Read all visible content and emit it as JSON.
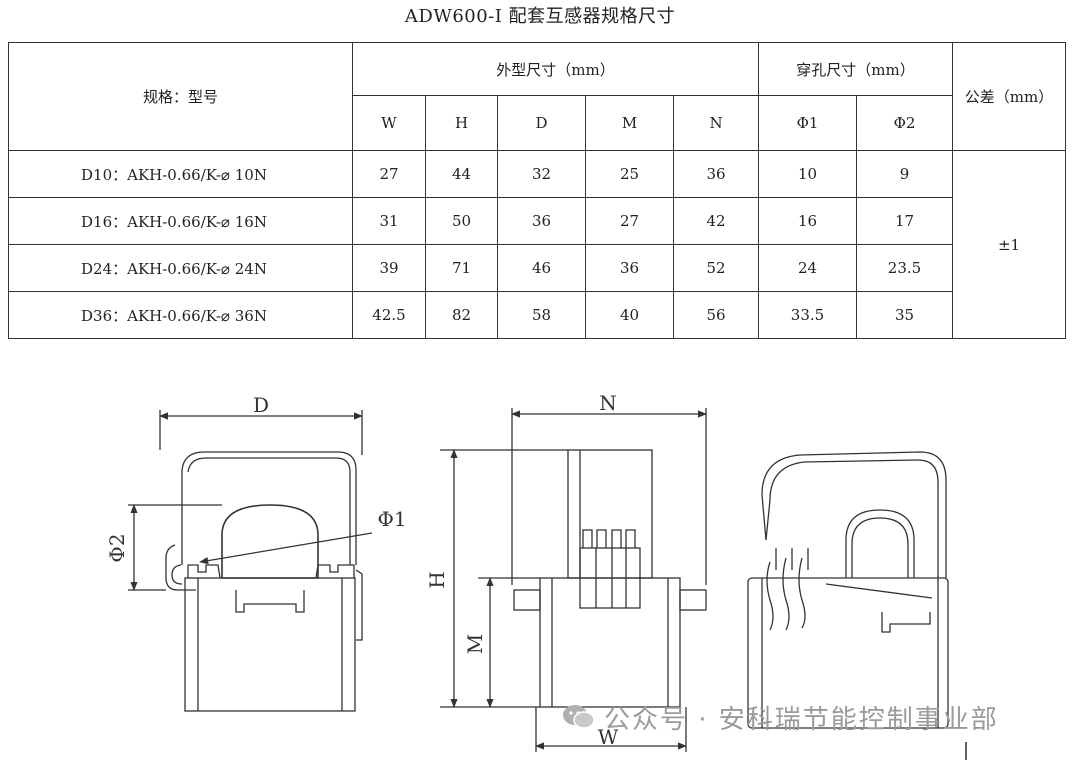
{
  "title": "ADW600-I 配套互感器规格尺寸",
  "table": {
    "spec_header": "规格：型号",
    "outer_header": "外型尺寸（mm）",
    "hole_header": "穿孔尺寸（mm）",
    "tolerance_header": "公差（mm）",
    "sub_headers": [
      "W",
      "H",
      "D",
      "M",
      "N",
      "Φ1",
      "Φ2"
    ],
    "tolerance_value": "±1",
    "rows": [
      {
        "model": "D10：AKH-0.66/K-⌀ 10N",
        "W": "27",
        "H": "44",
        "D": "32",
        "M": "25",
        "N": "36",
        "phi1": "10",
        "phi2": "9"
      },
      {
        "model": "D16：AKH-0.66/K-⌀ 16N",
        "W": "31",
        "H": "50",
        "D": "36",
        "M": "27",
        "N": "42",
        "phi1": "16",
        "phi2": "17"
      },
      {
        "model": "D24：AKH-0.66/K-⌀ 24N",
        "W": "39",
        "H": "71",
        "D": "46",
        "M": "36",
        "N": "52",
        "phi1": "24",
        "phi2": "23.5"
      },
      {
        "model": "D36：AKH-0.66/K-⌀ 36N",
        "W": "42.5",
        "H": "82",
        "D": "58",
        "M": "40",
        "N": "56",
        "phi1": "33.5",
        "phi2": "35"
      }
    ]
  },
  "drawing_labels": {
    "D": "D",
    "phi1": "Φ1",
    "phi2": "Φ2",
    "N": "N",
    "H": "H",
    "M": "M",
    "W": "W"
  },
  "watermark": "公众号 · 安科瑞节能控制事业部",
  "colors": {
    "line": "#333333",
    "watermark": "#9a9a9a"
  }
}
